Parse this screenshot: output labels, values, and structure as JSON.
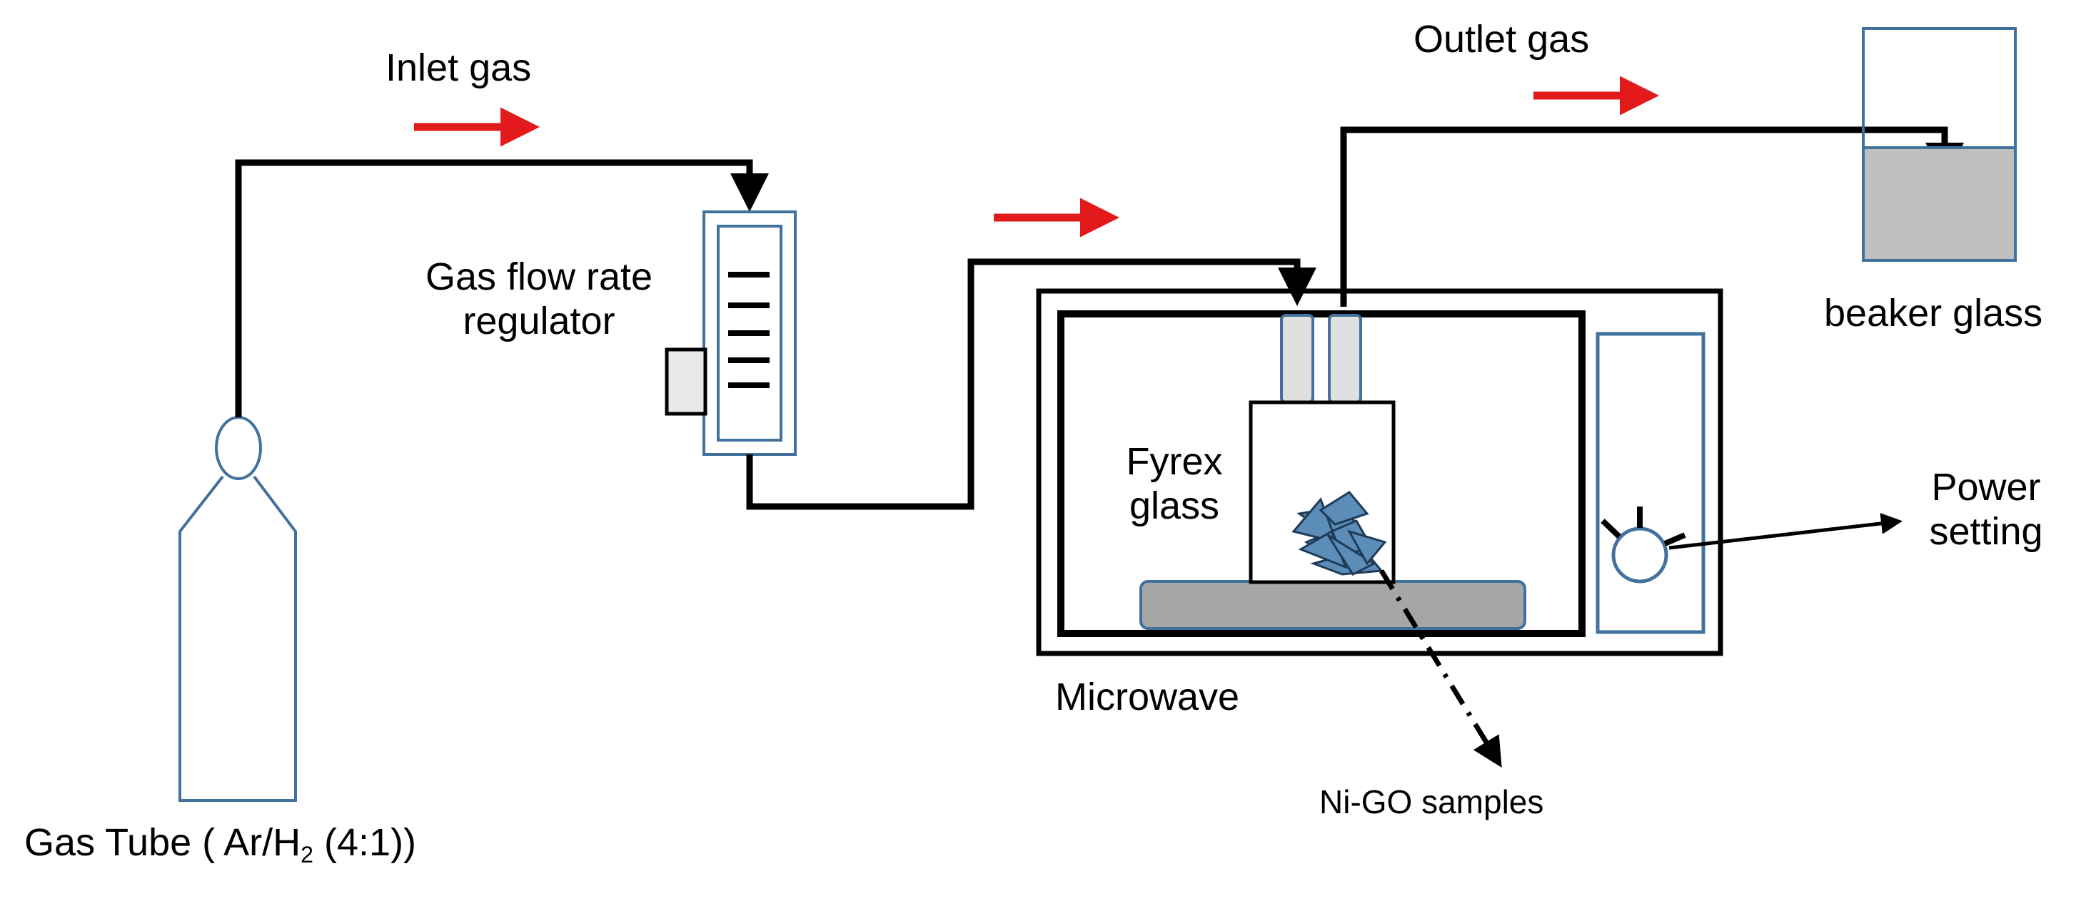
{
  "labels": {
    "inlet_gas": "Inlet gas",
    "outlet_gas": "Outlet gas",
    "regulator_line1": "Gas flow rate",
    "regulator_line2": "regulator",
    "beaker_glass": "beaker glass",
    "fyrex_line1": "Fyrex",
    "fyrex_line2": "glass",
    "power_line1": "Power",
    "power_line2": "setting",
    "microwave": "Microwave",
    "ni_go_samples": "Ni-GO samples",
    "gas_tube_prefix": "Gas Tube ( Ar/H",
    "gas_tube_sub": "2",
    "gas_tube_suffix": " (4:1))"
  },
  "colors": {
    "pipe": "#000000",
    "flow_arrow": "#e31a1c",
    "outline": "#41719c",
    "liquid": "#bfbfbf",
    "plate": "#a6a6a6",
    "knob_fill": "#d9d9d9",
    "sample": "#41719c"
  }
}
